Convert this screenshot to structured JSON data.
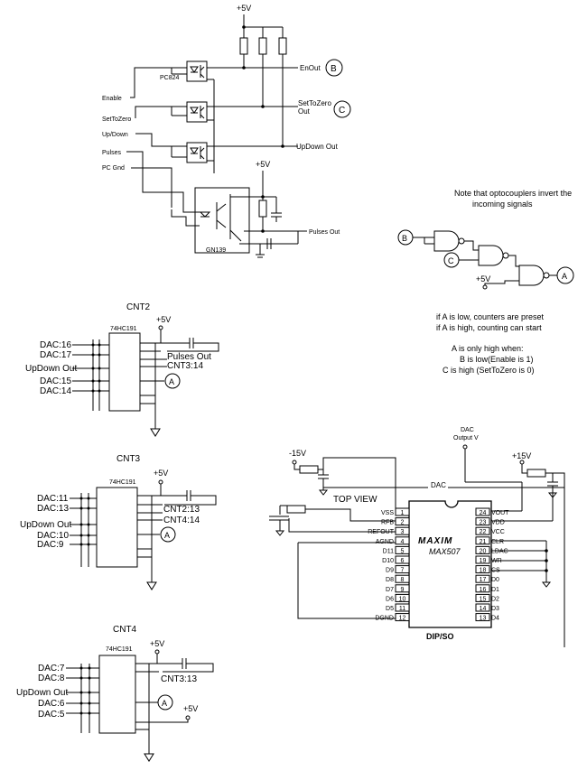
{
  "opto": {
    "vcc": "+5V",
    "ic_opto": "PC824",
    "ic_schmitt": "GN139",
    "inputs": {
      "enable": "Enable",
      "settozero": "SetToZero",
      "updown": "Up/Down",
      "pulses": "Pulses",
      "pcgnd": "PC Gnd"
    },
    "outputs": {
      "enout": "EnOut",
      "settozero_out_1": "SetToZero",
      "settozero_out_2": "Out",
      "updown_out": "UpDown Out",
      "pulses_out": "Pulses Out"
    },
    "vcc2": "+5V",
    "markers": {
      "b": "B",
      "c": "C"
    }
  },
  "logic": {
    "note_line1": "Note that optocouplers invert the",
    "note_line2": "incoming signals",
    "in_b": "B",
    "in_c": "C",
    "vcc": "+5V",
    "out_a": "A",
    "expl1": "if A is low, counters are preset",
    "expl2": "if A is high, counting can start",
    "expl3": "A is only high when:",
    "expl4": "B is low(Enable is 1)",
    "expl5": "C is high (SetToZero is 0)"
  },
  "cnt2": {
    "title": "CNT2",
    "chip": "74HC191",
    "vcc": "+5V",
    "in": [
      "DAC:16",
      "DAC:17",
      "UpDown Out",
      "DAC:15",
      "DAC:14"
    ],
    "out1": "Pulses Out",
    "out2": "CNT3:14",
    "a": "A"
  },
  "cnt3": {
    "title": "CNT3",
    "chip": "74HC191",
    "vcc": "+5V",
    "in": [
      "DAC:11",
      "DAC:13",
      "UpDown Out",
      "DAC:10",
      "DAC:9"
    ],
    "out1": "CNT2:13",
    "out2": "CNT4:14",
    "a": "A"
  },
  "cnt4": {
    "title": "CNT4",
    "chip": "74HC191",
    "vcc": "+5V",
    "vcc2": "+5V",
    "in": [
      "DAC:7",
      "DAC:8",
      "UpDown Out",
      "DAC:6",
      "DAC:5"
    ],
    "out1": "CNT3:13",
    "a": "A"
  },
  "dac": {
    "label": "DAC",
    "output_label_1": "DAC",
    "output_label_2": "Output V",
    "neg15": "-15V",
    "pos15": "+15V",
    "top_view": "TOP VIEW",
    "brand": "MAXIM",
    "part": "MAX507",
    "package": "DIP/SO",
    "left_pins": [
      {
        "name": "VSS",
        "num": "1"
      },
      {
        "name": "RFB",
        "num": "2"
      },
      {
        "name": "REFOUT",
        "num": "3"
      },
      {
        "name": "AGND",
        "num": "4"
      },
      {
        "name": "D11",
        "num": "5"
      },
      {
        "name": "D10",
        "num": "6"
      },
      {
        "name": "D9",
        "num": "7"
      },
      {
        "name": "D8",
        "num": "8"
      },
      {
        "name": "D7",
        "num": "9"
      },
      {
        "name": "D6",
        "num": "10"
      },
      {
        "name": "D5",
        "num": "11"
      },
      {
        "name": "DGND",
        "num": "12"
      }
    ],
    "right_pins": [
      {
        "name": "VOUT",
        "num": "24"
      },
      {
        "name": "VDD",
        "num": "23"
      },
      {
        "name": "VCC",
        "num": "22"
      },
      {
        "name": "CLR",
        "num": "21"
      },
      {
        "name": "LDAC",
        "num": "20"
      },
      {
        "name": "WR",
        "num": "19"
      },
      {
        "name": "CS",
        "num": "18"
      },
      {
        "name": "D0",
        "num": "17"
      },
      {
        "name": "D1",
        "num": "16"
      },
      {
        "name": "D2",
        "num": "15"
      },
      {
        "name": "D3",
        "num": "14"
      },
      {
        "name": "D4",
        "num": "13"
      }
    ]
  }
}
